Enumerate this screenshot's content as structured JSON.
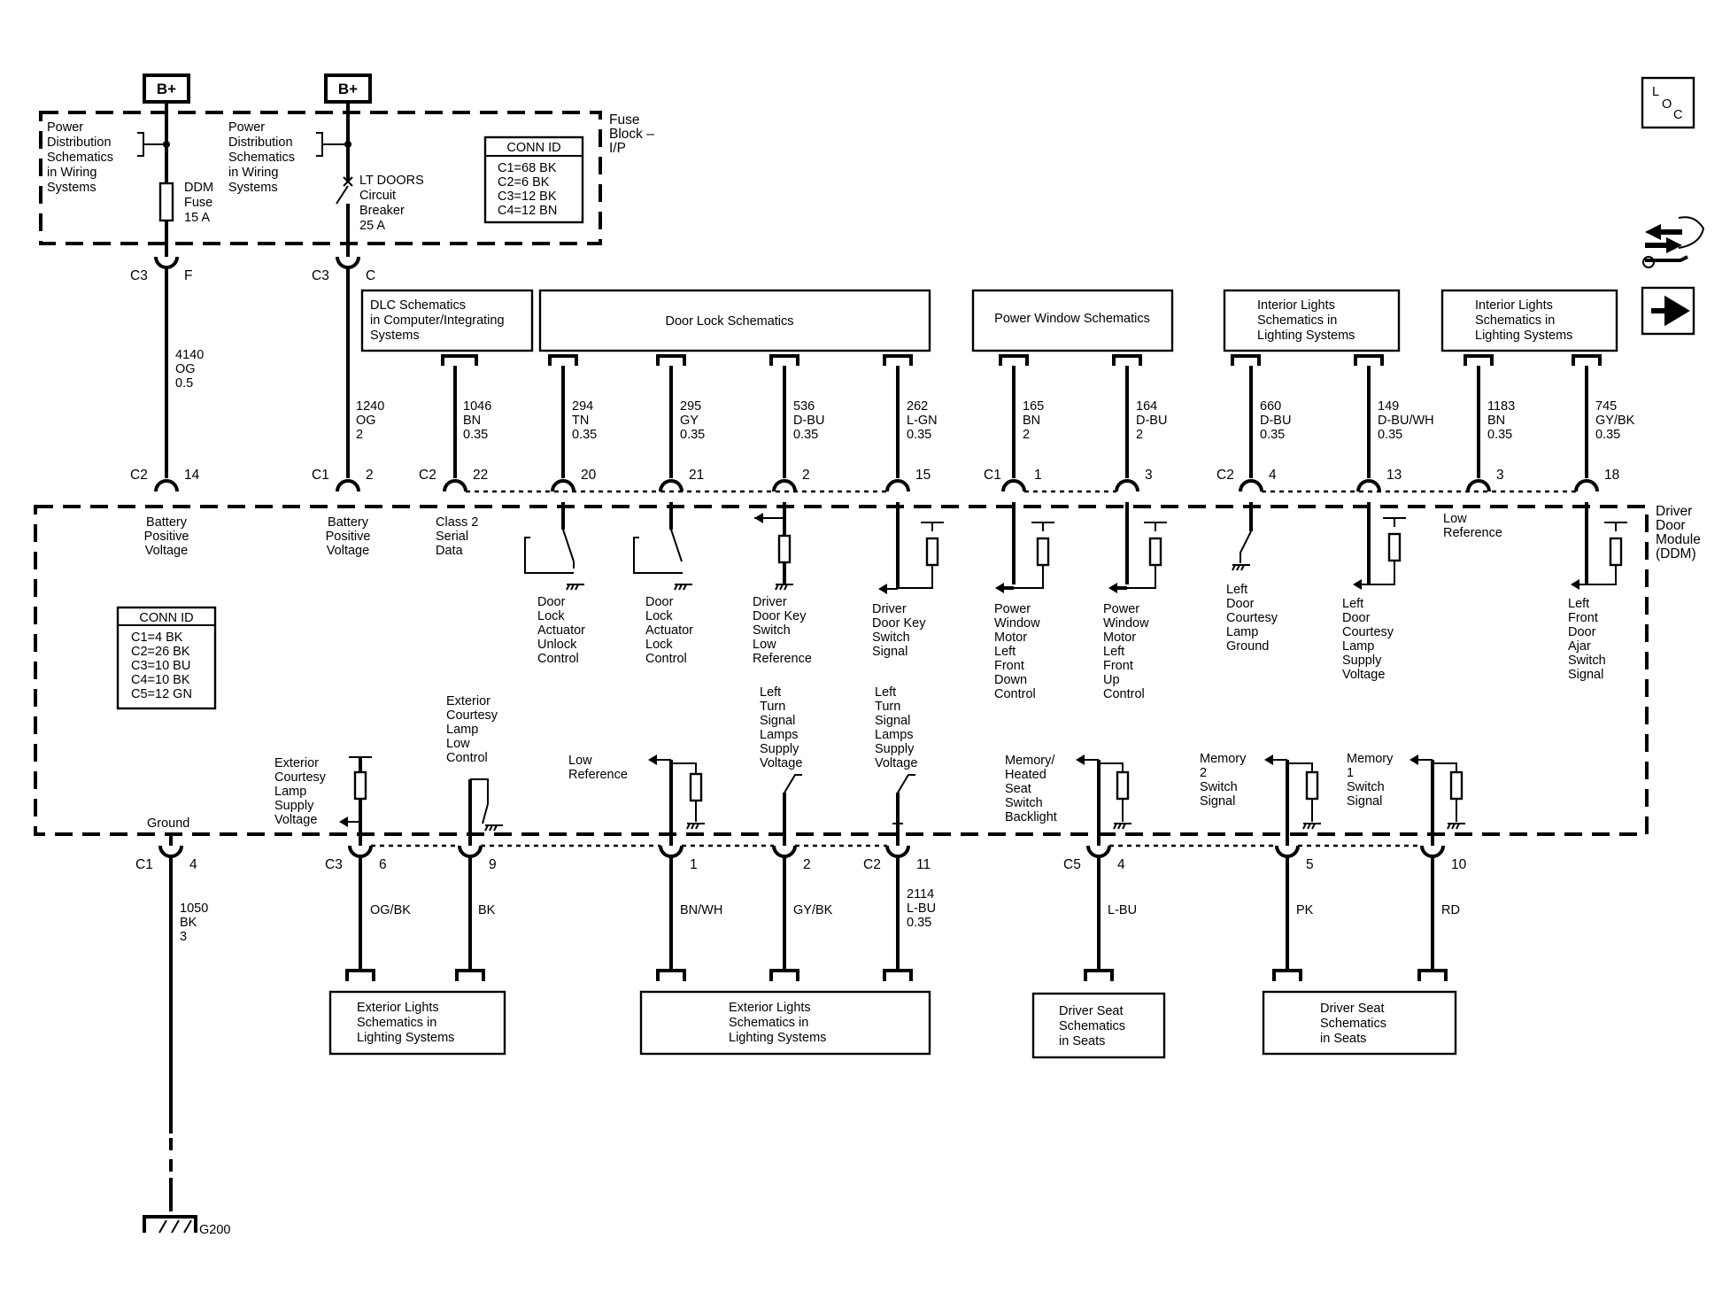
{
  "power_sources": [
    "B+",
    "B+"
  ],
  "fuse_block": {
    "label": [
      "Fuse",
      "Block –",
      "I/P"
    ],
    "left_ref": [
      "Power",
      "Distribution",
      "Schematics",
      "in Wiring",
      "Systems"
    ],
    "right_ref": [
      "Power",
      "Distribution",
      "Schematics",
      "in Wiring",
      "Systems"
    ],
    "fuse": [
      "DDM",
      "Fuse",
      "15 A"
    ],
    "breaker": [
      "LT DOORS",
      "Circuit",
      "Breaker",
      "25 A"
    ],
    "conn_id_title": "CONN ID",
    "conn_id": [
      "C1=68 BK",
      "C2=6 BK",
      "C3=12 BK",
      "C4=12 BN"
    ]
  },
  "fuse_pins": [
    {
      "conn": "C3",
      "pin": "F"
    },
    {
      "conn": "C3",
      "pin": "C"
    }
  ],
  "top_refs": {
    "dlc": [
      "DLC Schematics",
      "in Computer/Integrating",
      "Systems"
    ],
    "door_lock": "Door Lock Schematics",
    "power_window": "Power Window Schematics",
    "interior1": [
      "Interior Lights",
      "Schematics in",
      "Lighting Systems"
    ],
    "interior2": [
      "Interior Lights",
      "Schematics in",
      "Lighting Systems"
    ]
  },
  "top_wires": [
    {
      "id": "4140",
      "color": "OG",
      "size": "0.5"
    },
    {
      "id": "1240",
      "color": "OG",
      "size": "2"
    },
    {
      "id": "1046",
      "color": "BN",
      "size": "0.35"
    },
    {
      "id": "294",
      "color": "TN",
      "size": "0.35"
    },
    {
      "id": "295",
      "color": "GY",
      "size": "0.35"
    },
    {
      "id": "536",
      "color": "D-BU",
      "size": "0.35"
    },
    {
      "id": "262",
      "color": "L-GN",
      "size": "0.35"
    },
    {
      "id": "165",
      "color": "BN",
      "size": "2"
    },
    {
      "id": "164",
      "color": "D-BU",
      "size": "2"
    },
    {
      "id": "660",
      "color": "D-BU",
      "size": "0.35"
    },
    {
      "id": "149",
      "color": "D-BU/WH",
      "size": "0.35"
    },
    {
      "id": "1183",
      "color": "BN",
      "size": "0.35"
    },
    {
      "id": "745",
      "color": "GY/BK",
      "size": "0.35"
    }
  ],
  "ddm_top_pins": [
    {
      "conn": "C2",
      "pin": "14"
    },
    {
      "conn": "C1",
      "pin": "2"
    },
    {
      "conn": "C2",
      "pin": "22"
    },
    {
      "conn": "",
      "pin": "20"
    },
    {
      "conn": "",
      "pin": "21"
    },
    {
      "conn": "",
      "pin": "2"
    },
    {
      "conn": "",
      "pin": "15"
    },
    {
      "conn": "C1",
      "pin": "1"
    },
    {
      "conn": "",
      "pin": "3"
    },
    {
      "conn": "C2",
      "pin": "4"
    },
    {
      "conn": "",
      "pin": "13"
    },
    {
      "conn": "",
      "pin": "3"
    },
    {
      "conn": "",
      "pin": "18"
    }
  ],
  "module": {
    "name": [
      "Driver",
      "Door",
      "Module",
      "(DDM)"
    ],
    "conn_id_title": "CONN ID",
    "conn_id": [
      "C1=4 BK",
      "C2=26 BK",
      "C3=10 BU",
      "C4=10 BK",
      "C5=12 GN"
    ]
  },
  "ddm_top_labels": [
    [
      "Battery",
      "Positive",
      "Voltage"
    ],
    [
      "Battery",
      "Positive",
      "Voltage"
    ],
    [
      "Class 2",
      "Serial",
      "Data"
    ],
    [
      "Door",
      "Lock",
      "Actuator",
      "Unlock",
      "Control"
    ],
    [
      "Door",
      "Lock",
      "Actuator",
      "Lock",
      "Control"
    ],
    [
      "Driver",
      "Door Key",
      "Switch",
      "Low",
      "Reference"
    ],
    [
      "Driver",
      "Door Key",
      "Switch",
      "Signal"
    ],
    [
      "Power",
      "Window",
      "Motor",
      "Left",
      "Front",
      "Down",
      "Control"
    ],
    [
      "Power",
      "Window",
      "Motor",
      "Left",
      "Front",
      "Up",
      "Control"
    ],
    [
      "Left",
      "Door",
      "Courtesy",
      "Lamp",
      "Ground"
    ],
    [
      "Left",
      "Door",
      "Courtesy",
      "Lamp",
      "Supply",
      "Voltage"
    ],
    [
      "Low",
      "Reference"
    ],
    [
      "Left",
      "Front",
      "Door",
      "Ajar",
      "Switch",
      "Signal"
    ]
  ],
  "ddm_bottom_labels": [
    [
      "Ground"
    ],
    [
      "Exterior",
      "Courtesy",
      "Lamp",
      "Supply",
      "Voltage"
    ],
    [
      "Exterior",
      "Courtesy",
      "Lamp",
      "Low",
      "Control"
    ],
    [
      "Low",
      "Reference"
    ],
    [
      "Left",
      "Turn",
      "Signal",
      "Lamps",
      "Supply",
      "Voltage"
    ],
    [
      "Left",
      "Turn",
      "Signal",
      "Lamps",
      "Supply",
      "Voltage"
    ],
    [
      "Memory/",
      "Heated",
      "Seat",
      "Switch",
      "Backlight"
    ],
    [
      "Memory",
      "2",
      "Switch",
      "Signal"
    ],
    [
      "Memory",
      "1",
      "Switch",
      "Signal"
    ]
  ],
  "ddm_bottom_pins": [
    {
      "conn": "C1",
      "pin": "4"
    },
    {
      "conn": "C3",
      "pin": "6"
    },
    {
      "conn": "",
      "pin": "9"
    },
    {
      "conn": "",
      "pin": "1"
    },
    {
      "conn": "",
      "pin": "2"
    },
    {
      "conn": "C2",
      "pin": "11"
    },
    {
      "conn": "C5",
      "pin": "4"
    },
    {
      "conn": "",
      "pin": "5"
    },
    {
      "conn": "",
      "pin": "10"
    }
  ],
  "bottom_wires": [
    [
      "1050",
      "BK",
      "3"
    ],
    [
      "OG/BK"
    ],
    [
      "BK"
    ],
    [
      "BN/WH"
    ],
    [
      "GY/BK"
    ],
    [
      "2114",
      "L-BU",
      "0.35"
    ],
    [
      "L-BU"
    ],
    [
      "PK"
    ],
    [
      "RD"
    ]
  ],
  "bottom_refs": {
    "ext1": [
      "Exterior Lights",
      "Schematics in",
      "Lighting Systems"
    ],
    "ext2": [
      "Exterior Lights",
      "Schematics in",
      "Lighting Systems"
    ],
    "seat1": [
      "Driver Seat",
      "Schematics",
      "in Seats"
    ],
    "seat2": [
      "Driver Seat",
      "Schematics",
      "in Seats"
    ]
  },
  "ground": "G200",
  "side_icons": {
    "loc": [
      "L",
      "O",
      "C"
    ]
  }
}
